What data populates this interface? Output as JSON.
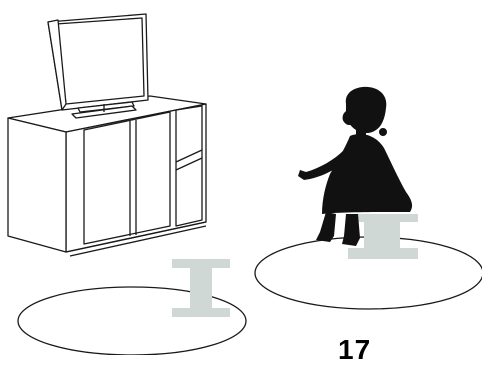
{
  "illustration": {
    "page_number": "17",
    "colors": {
      "line": "#1a1a1a",
      "silhouette": "#111111",
      "stool": "#cfd8d4",
      "stool_edge": "#a9b7b1",
      "background": "#ffffff"
    },
    "objects": [
      "tv-icon",
      "tv-cabinet",
      "child-silhouette",
      "stool-occupied",
      "stool-empty",
      "floor-ellipse-right",
      "floor-ellipse-left"
    ]
  }
}
